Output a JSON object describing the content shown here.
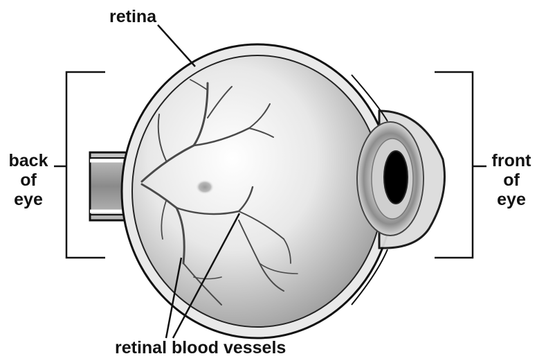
{
  "labels": {
    "retina": "retina",
    "back_of_eye": [
      "back",
      "of",
      "eye"
    ],
    "front_of_eye": [
      "front",
      "of",
      "eye"
    ],
    "vessels": "retinal blood vessels"
  },
  "colors": {
    "outline": "#111111",
    "sclera_fill": "#e6e6e6",
    "interior_light": "#ffffff",
    "interior_dark": "#8c8c8c",
    "vessel": "#4a4a4a",
    "iris": "#9a9a9a",
    "pupil": "#000000",
    "cornea": "#dcdcdc"
  }
}
